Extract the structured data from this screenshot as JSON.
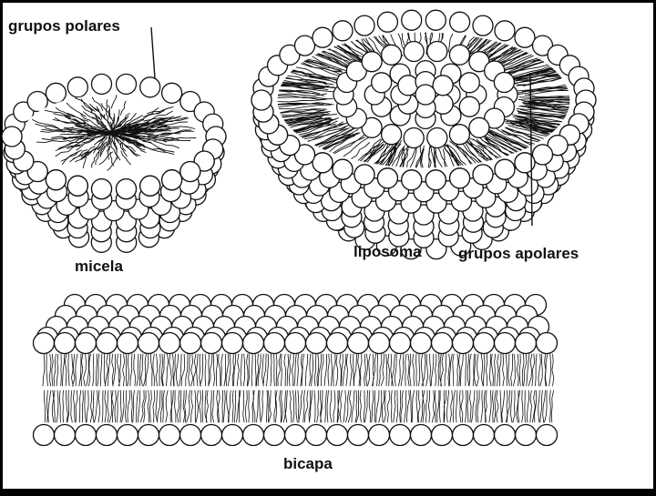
{
  "labels": {
    "polar_groups": "grupos polares",
    "micelle": "micela",
    "liposome": "liposoma",
    "apolar_groups": "grupos apolares",
    "bilayer": "bicapa"
  },
  "colors": {
    "frame": "#000000",
    "paper": "#ffffff",
    "ink": "#111111"
  },
  "icons": {
    "micelle": "micelle-illustration",
    "liposome": "liposome-illustration",
    "bilayer": "bilayer-illustration"
  }
}
